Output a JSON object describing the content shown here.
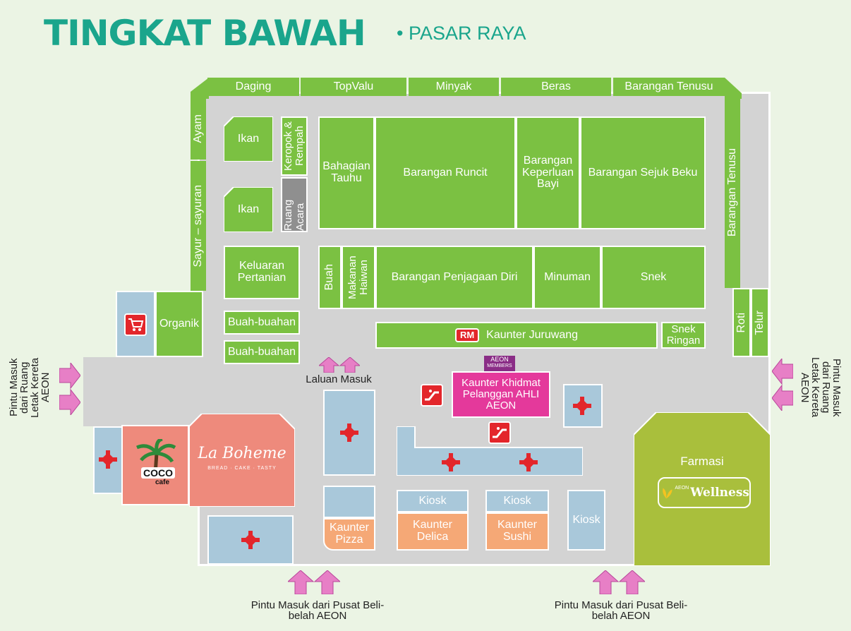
{
  "header": {
    "title": "TINGKAT BAWAH",
    "subtitle": "• PASAR RAYA"
  },
  "top_row": [
    "Daging",
    "TopValu",
    "Minyak",
    "Beras",
    "Barangan Tenusu"
  ],
  "left_column": {
    "ayam": "Ayam",
    "sayur": "Sayur – sayuran"
  },
  "right_column": {
    "tenusu": "Barangan Tenusu",
    "roti": "Roti",
    "telur": "Telur"
  },
  "inner": {
    "ikan1": "Ikan",
    "ikan2": "Ikan",
    "keropok": "Keropok & Rempah",
    "ruang_acara": "Ruang Acara",
    "tauhu": "Bahagian Tauhu",
    "runcit": "Barangan Runcit",
    "bayi": "Barangan Keperluan Bayi",
    "beku": "Barangan Sejuk Beku",
    "pertanian": "Keluaran Pertanian",
    "buah": "Buah",
    "haiwan": "Makanan Haiwan",
    "penjagaan": "Barangan Penjagaan Diri",
    "minuman": "Minuman",
    "snek": "Snek",
    "buahan1": "Buah-buahan",
    "buahan2": "Buah-buahan",
    "organik": "Organik",
    "juruwang": "Kaunter Juruwang",
    "rm": "RM",
    "snek_ringan": "Snek Ringan"
  },
  "services": {
    "khidmat": "Kaunter Khidmat Pelanggan AHLI AEON",
    "aeon_logo": "AEON",
    "aeon_member": "MEMBERS",
    "laluan": "Laluan Masuk",
    "farmasi": "Farmasi",
    "wellness": "Wellness",
    "wellness_brand": "AEON",
    "coco": "COCO",
    "coco_sub": "cafe",
    "boheme": "La Boheme",
    "boheme_sub": "BREAD · CAKE · TASTY",
    "kiosk1": "Kiosk",
    "kiosk2": "Kiosk",
    "kiosk3": "Kiosk",
    "pizza": "Kaunter Pizza",
    "delica": "Kaunter Delica",
    "sushi": "Kaunter Sushi"
  },
  "entrances": {
    "left": "Pintu Masuk dari Ruang Letak Kereta AEON",
    "right": "Pintu Masuk dari Ruang Letak Kereta AEON",
    "bottom_left": "Pintu Masuk dari Pusat Beli-belah AEON",
    "bottom_right": "Pintu Masuk dari Pusat Beli-belah AEON"
  },
  "colors": {
    "green": "#7bc142",
    "teal": "#1aa58c",
    "blue": "#a9c8da",
    "orange": "#f5a876",
    "salmon": "#ee8a7c",
    "pink": "#e4399b",
    "olive": "#a9bf3c",
    "red": "#e3262b",
    "arrow": "#e77fc6"
  }
}
